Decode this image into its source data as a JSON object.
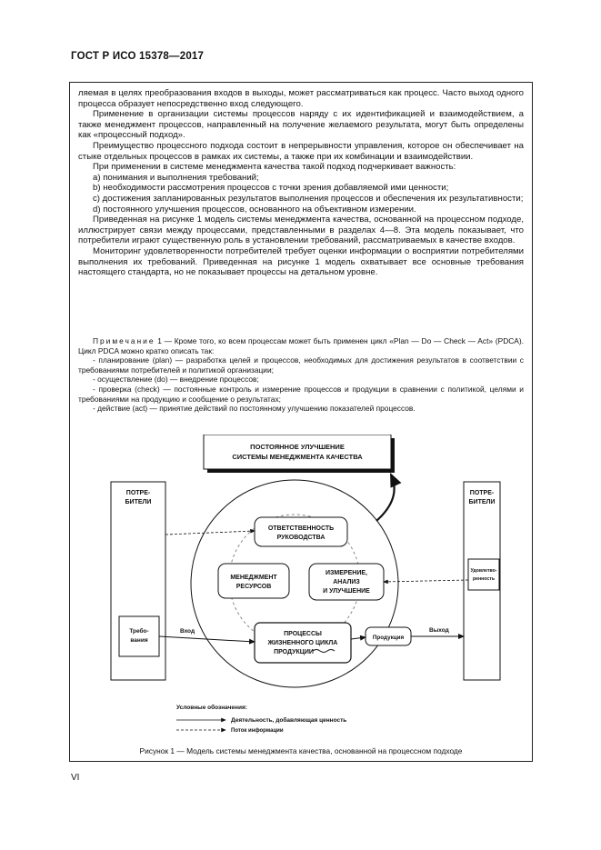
{
  "header": {
    "title": "ГОСТ Р ИСО 15378—2017"
  },
  "paragraphs": [
    "ляемая в целях преобразования входов в выходы, может рассматриваться как процесс. Часто выход одного процесса образует непосредственно вход следующего.",
    "Применение в организации системы процессов наряду с их идентификацией и взаимодействи­ем, а также менеджмент процессов, направленный на получение желаемого результата, могут быть определены как «процессный подход».",
    "Преимущество процессного подхода состоит в непрерывности управления, которое он обеспечива­ет на стыке отдельных процессов в рамках их системы, а также при их комбинации и взаимодействии.",
    "При применении в системе менеджмента качества такой подход подчеркивает важность:",
    "a) понимания и выполнения требований;",
    "b) необходимости рассмотрения процессов с точки зрения добавляемой ими ценности;",
    "c) достижения запланированных результатов выполнения процессов и обеспечения их результа­тивности;",
    "d) постоянного улучшения процессов, основанного на объективном измерении.",
    "Приведенная на рисунке 1 модель системы менеджмента качества, основанной на процессном подходе, иллюстрирует связи между процессами, представленными в разделах 4—8. Эта модель показывает, что потребители играют существенную роль в установлении требований, рассматривае­мых в качестве входов.",
    "Мониторинг удовлетворенности потребителей требует оценки информации о восприятии потре­бителями выполнения их требований. Приведенная на рисунке 1 модель охватывает все основные требования настоящего стандарта, но не показывает процессы на детальном уровне."
  ],
  "note": {
    "label": "Примечание",
    "intro": " 1 — Кроме того, ко всем процессам может быть применен цикл «Plan — Do — Check — Act» (PDCA). Цикл PDCA можно кратко описать так:",
    "items": [
      "- планирование (plan) — разработка целей и процессов, необходимых для достижения результатов в со­ответствии с требованиями потребителей и политикой организации;",
      "- осуществление (do) — внедрение процессов;",
      "- проверка (check) — постоянные контроль и измерение процессов и продукции в сравнении с политикой, целями и требованиями на продукцию и сообщение о результатах;",
      "- действие (act) — принятие действий по постоянному улучшению показателей процессов."
    ]
  },
  "figure": {
    "improvement": [
      "ПОСТОЯННОЕ УЛУЧШЕНИЕ",
      "СИСТЕМЫ МЕНЕДЖМЕНТА КАЧЕСТВА"
    ],
    "customers_left": [
      "ПОТРЕ-",
      "БИТЕЛИ"
    ],
    "customers_right": [
      "ПОТРЕ-",
      "БИТЕЛИ"
    ],
    "responsibility": [
      "ОТВЕТСТВЕННОСТЬ",
      "РУКОВОДСТВА"
    ],
    "resources": [
      "МЕНЕДЖМЕНТ",
      "РЕСУРСОВ"
    ],
    "measurement": [
      "ИЗМЕРЕНИЕ,",
      "АНАЛИЗ",
      "И УЛУЧШЕНИЕ"
    ],
    "lifecycle": [
      "ПРОЦЕССЫ",
      "ЖИЗНЕННОГО ЦИКЛА",
      "ПРОДУКЦИИ"
    ],
    "requirements": [
      "Требо-",
      "вания"
    ],
    "satisfaction": [
      "Удовлетво-",
      "ренность"
    ],
    "input": "Вход",
    "output": "Выход",
    "product": "Продукция",
    "legend_title": "Условные обозначения:",
    "legend_activity": "Деятельность, добавляющая ценность",
    "legend_info": "Поток информации"
  },
  "caption": "Рисунок 1 — Модель системы менеджмента качества, основанной на процессном подходе",
  "page_number": "VI"
}
